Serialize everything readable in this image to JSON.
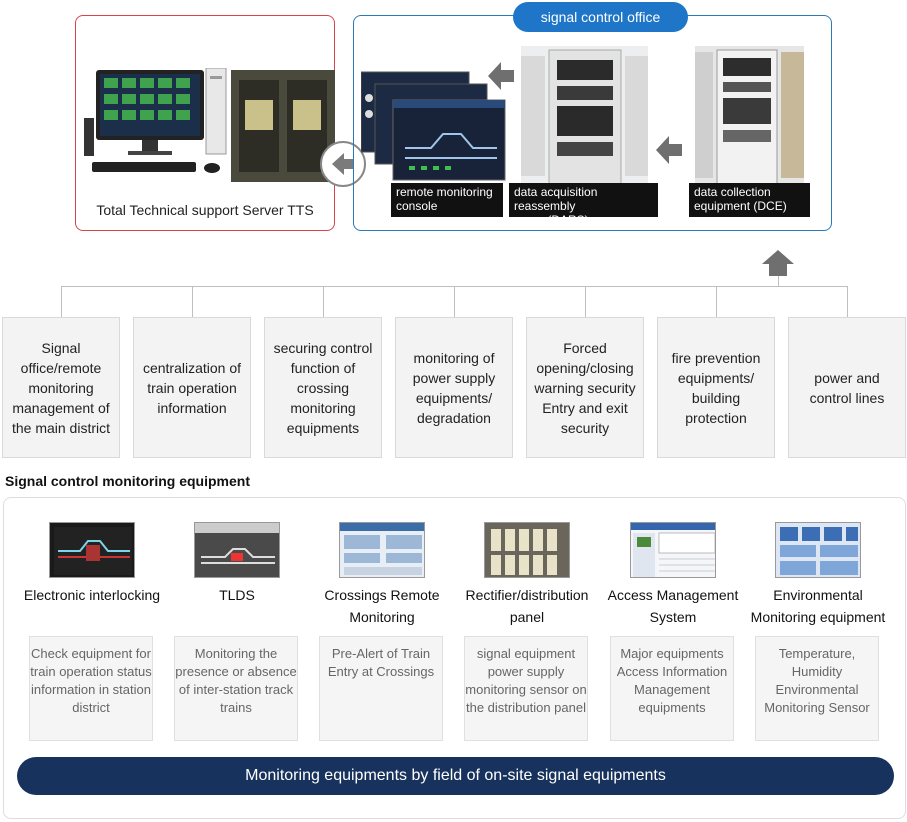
{
  "tts": {
    "caption": "Total Technical support Server TTS"
  },
  "office": {
    "title": "signal control office",
    "labels": {
      "console": "remote monitoring console",
      "dars": "data acquisition reassembly server(DARS)",
      "dce": "data collection equipment (DCE)"
    }
  },
  "categories": [
    "Signal office/remote monitoring management of the main district",
    "centralization of train operation information",
    "securing control function of crossing monitoring equipments",
    "monitoring of power supply equipments/ degradation",
    "Forced opening/closing warning security Entry and exit security",
    "fire prevention equipments/ building protection",
    "power and control lines"
  ],
  "section_title": "Signal control monitoring equipment",
  "equipment": [
    {
      "name": "Electronic interlocking",
      "desc": "Check equipment for train operation status information in station district"
    },
    {
      "name": "TLDS",
      "desc": "Monitoring the presence or absence of inter-station track trains"
    },
    {
      "name": "Crossings Remote Monitoring",
      "desc": "Pre-Alert of Train Entry at Crossings"
    },
    {
      "name": "Rectifier/distribution panel",
      "desc": "signal equipment power supply monitoring sensor on the distribution panel"
    },
    {
      "name": "Access Management System",
      "desc": "Major equipments Access Information Management equipments"
    },
    {
      "name": "Environmental Monitoring equipment",
      "desc": "Temperature, Humidity Environmental Monitoring Sensor"
    }
  ],
  "bottom_bar": "Monitoring equipments by field of on-site signal equipments",
  "colors": {
    "tts_border": "#d9434a",
    "office_border": "#2b79b7",
    "pill": "#1f76c8",
    "bar": "#17325c"
  }
}
